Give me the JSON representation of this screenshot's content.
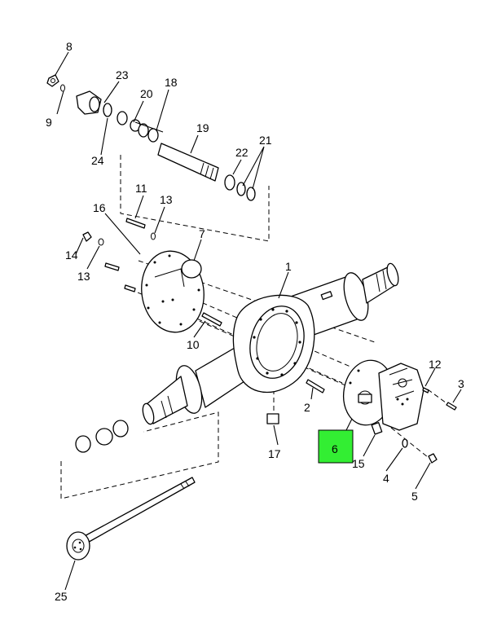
{
  "diagram": {
    "highlight_color": "#33ee33",
    "callouts": [
      {
        "id": "c1",
        "label": "1"
      },
      {
        "id": "c2",
        "label": "2"
      },
      {
        "id": "c3",
        "label": "3"
      },
      {
        "id": "c4",
        "label": "4"
      },
      {
        "id": "c5",
        "label": "5"
      },
      {
        "id": "c6",
        "label": "6",
        "highlighted": true
      },
      {
        "id": "c7",
        "label": "7"
      },
      {
        "id": "c8",
        "label": "8"
      },
      {
        "id": "c9",
        "label": "9"
      },
      {
        "id": "c10",
        "label": "10"
      },
      {
        "id": "c11",
        "label": "11"
      },
      {
        "id": "c12",
        "label": "12"
      },
      {
        "id": "c13a",
        "label": "13"
      },
      {
        "id": "c13b",
        "label": "13"
      },
      {
        "id": "c14",
        "label": "14"
      },
      {
        "id": "c15",
        "label": "15"
      },
      {
        "id": "c16",
        "label": "16"
      },
      {
        "id": "c17",
        "label": "17"
      },
      {
        "id": "c18",
        "label": "18"
      },
      {
        "id": "c19",
        "label": "19"
      },
      {
        "id": "c20",
        "label": "20"
      },
      {
        "id": "c21",
        "label": "21"
      },
      {
        "id": "c22",
        "label": "22"
      },
      {
        "id": "c23",
        "label": "23"
      },
      {
        "id": "c24",
        "label": "24"
      },
      {
        "id": "c25",
        "label": "25"
      }
    ]
  }
}
